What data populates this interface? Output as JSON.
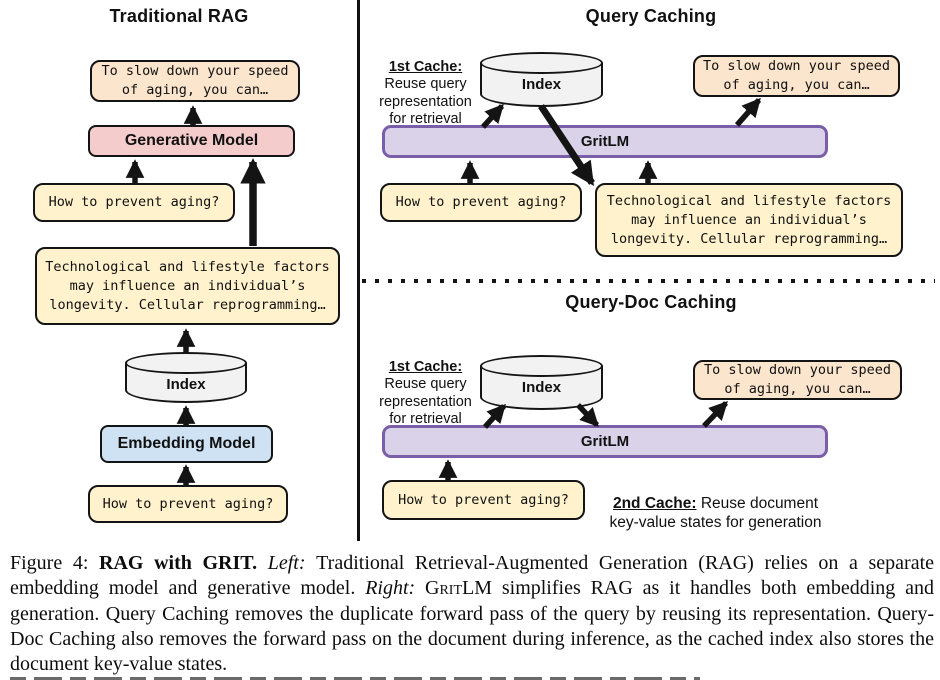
{
  "colors": {
    "query_box_fill": "#fff2cc",
    "answer_box_fill": "#fce5cd",
    "generative_model_fill": "#f4cccc",
    "embedding_model_fill": "#cfe2f3",
    "gritlm_fill": "#d9d2e9",
    "gritlm_border": "#7a5fa8",
    "index_fill": "#f2f2f2",
    "ink": "#111111"
  },
  "left_panel": {
    "title": "Traditional RAG",
    "answer_box": "To slow down your speed\nof aging, you can…",
    "generative_model_label": "Generative Model",
    "query_box_top": "How to prevent aging?",
    "document_box": "Technological and lifestyle factors\nmay influence an individual’s\nlongevity. Cellular reprogramming…",
    "index_label": "Index",
    "embedding_model_label": "Embedding Model",
    "query_box_bottom": "How to prevent aging?"
  },
  "query_caching": {
    "title": "Query Caching",
    "cache1_title": "1st Cache:",
    "cache1_lines": "\nReuse query\nrepresentation\nfor retrieval",
    "index_label": "Index",
    "answer_box": "To slow down your speed\nof aging, you can…",
    "gritlm_label": "GritLM",
    "query_box": "How to prevent aging?",
    "document_box": "Technological and lifestyle factors\nmay influence an individual’s\nlongevity. Cellular reprogramming…"
  },
  "query_doc_caching": {
    "title": "Query-Doc Caching",
    "cache1_title": "1st Cache:",
    "cache1_lines": "\nReuse query\nrepresentation\nfor retrieval",
    "index_label": "Index",
    "answer_box": "To slow down your speed\nof aging, you can…",
    "gritlm_label": "GritLM",
    "query_box": "How to prevent aging?",
    "cache2_title": "2nd Cache:",
    "cache2_text": " Reuse document\nkey-value states for generation"
  },
  "caption": {
    "segments": [
      {
        "t": "Figure 4: ",
        "s": "normal"
      },
      {
        "t": "RAG with GRIT. ",
        "s": "bold"
      },
      {
        "t": "Left: ",
        "s": "italic"
      },
      {
        "t": "Traditional Retrieval-Augmented Generation (RAG) relies on a separate embedding model and generative model. ",
        "s": "normal"
      },
      {
        "t": "Right: ",
        "s": "italic"
      },
      {
        "t": "Grit",
        "s": "smallcaps"
      },
      {
        "t": "LM simplifies RAG as it handles both embedding and generation. Query Caching removes the duplicate forward pass of the query by reusing its representation. Query-Doc Caching also removes the forward pass on the document during inference, as the cached index also stores the document key-value states.",
        "s": "normal"
      }
    ]
  }
}
